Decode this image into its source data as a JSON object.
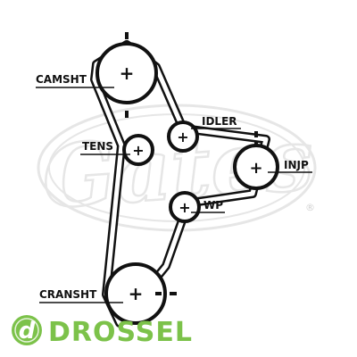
{
  "diagram": {
    "labels": {
      "camsht": "CAMSHT",
      "idler": "IDLER",
      "tens": "TENS",
      "injp": "INJP",
      "wp": "WP",
      "cransht": "CRANSHT"
    },
    "pulley_mark": "+"
  },
  "watermark": {
    "text": "Gates",
    "registered": "®"
  },
  "brand": {
    "logo_letter": "d",
    "name": "DROSSEL",
    "color": "#7cc24a"
  },
  "colors": {
    "belt": "#111111",
    "watermark": "#e6e6e6"
  }
}
